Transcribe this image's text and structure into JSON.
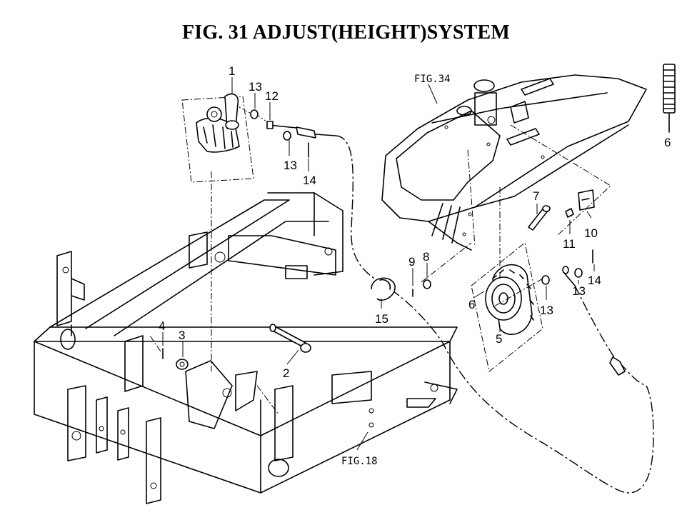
{
  "title": "FIG. 31  ADJUST(HEIGHT)SYSTEM",
  "references": {
    "fig34": "FIG.34",
    "fig18": "FIG.18"
  },
  "callouts": {
    "c1": "1",
    "c2": "2",
    "c3": "3",
    "c4": "4",
    "c5": "5",
    "c6a": "6",
    "c6b": "6",
    "c7": "7",
    "c8": "8",
    "c9": "9",
    "c10": "10",
    "c11": "11",
    "c12": "12",
    "c13a": "13",
    "c13b": "13",
    "c13c": "13",
    "c13d": "13",
    "c14a": "14",
    "c14b": "14",
    "c15": "15"
  }
}
